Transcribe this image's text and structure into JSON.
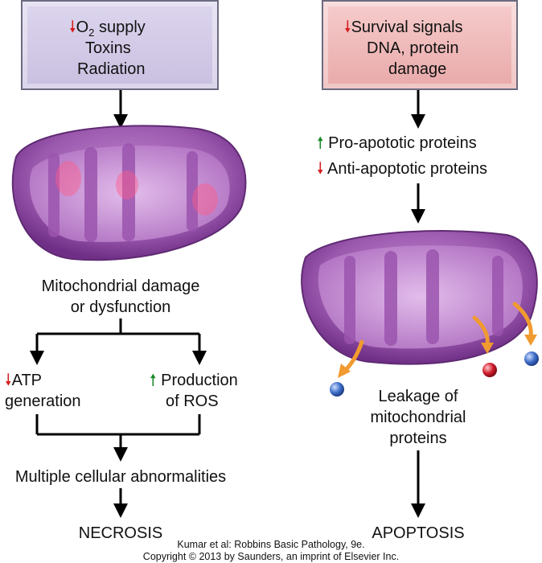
{
  "left_box": {
    "line1_suffix": " supply",
    "o2_main": "O",
    "o2_sub": "2",
    "line2": "Toxins",
    "line3": "Radiation"
  },
  "right_box": {
    "line1": "Survival signals",
    "line2": "DNA, protein",
    "line3": "damage"
  },
  "left_flow": {
    "damage_line1": "Mitochondrial damage",
    "damage_line2": "or dysfunction",
    "atp_line1": "ATP",
    "atp_line2": "generation",
    "ros_line1": "Production",
    "ros_line2": "of ROS",
    "abnormalities": "Multiple cellular abnormalities",
    "outcome": "NECROSIS"
  },
  "right_flow": {
    "pro": "Pro-apototic proteins",
    "anti": "Anti-apoptotic proteins",
    "leak_line1": "Leakage of",
    "leak_line2": "mitochondrial",
    "leak_line3": "proteins",
    "outcome": "APOPTOSIS"
  },
  "credit": {
    "line1": "Kumar et al: Robbins Basic Pathology, 9e.",
    "line2": "Copyright © 2013  by Saunders, an imprint of Elsevier Inc."
  },
  "colors": {
    "increase_arrow": "#1a8a2a",
    "decrease_arrow": "#d61e1e",
    "mito_outer": "#8e4aa0",
    "mito_inner": "#c88ad4",
    "leak_arrow": "#f09a30",
    "protein_blue": "#3f6fc9",
    "protein_red": "#d11c2b"
  },
  "icons": [
    "down-arrow-icon",
    "up-arrow-icon",
    "mitochondrion-icon",
    "protein-sphere-icon"
  ]
}
